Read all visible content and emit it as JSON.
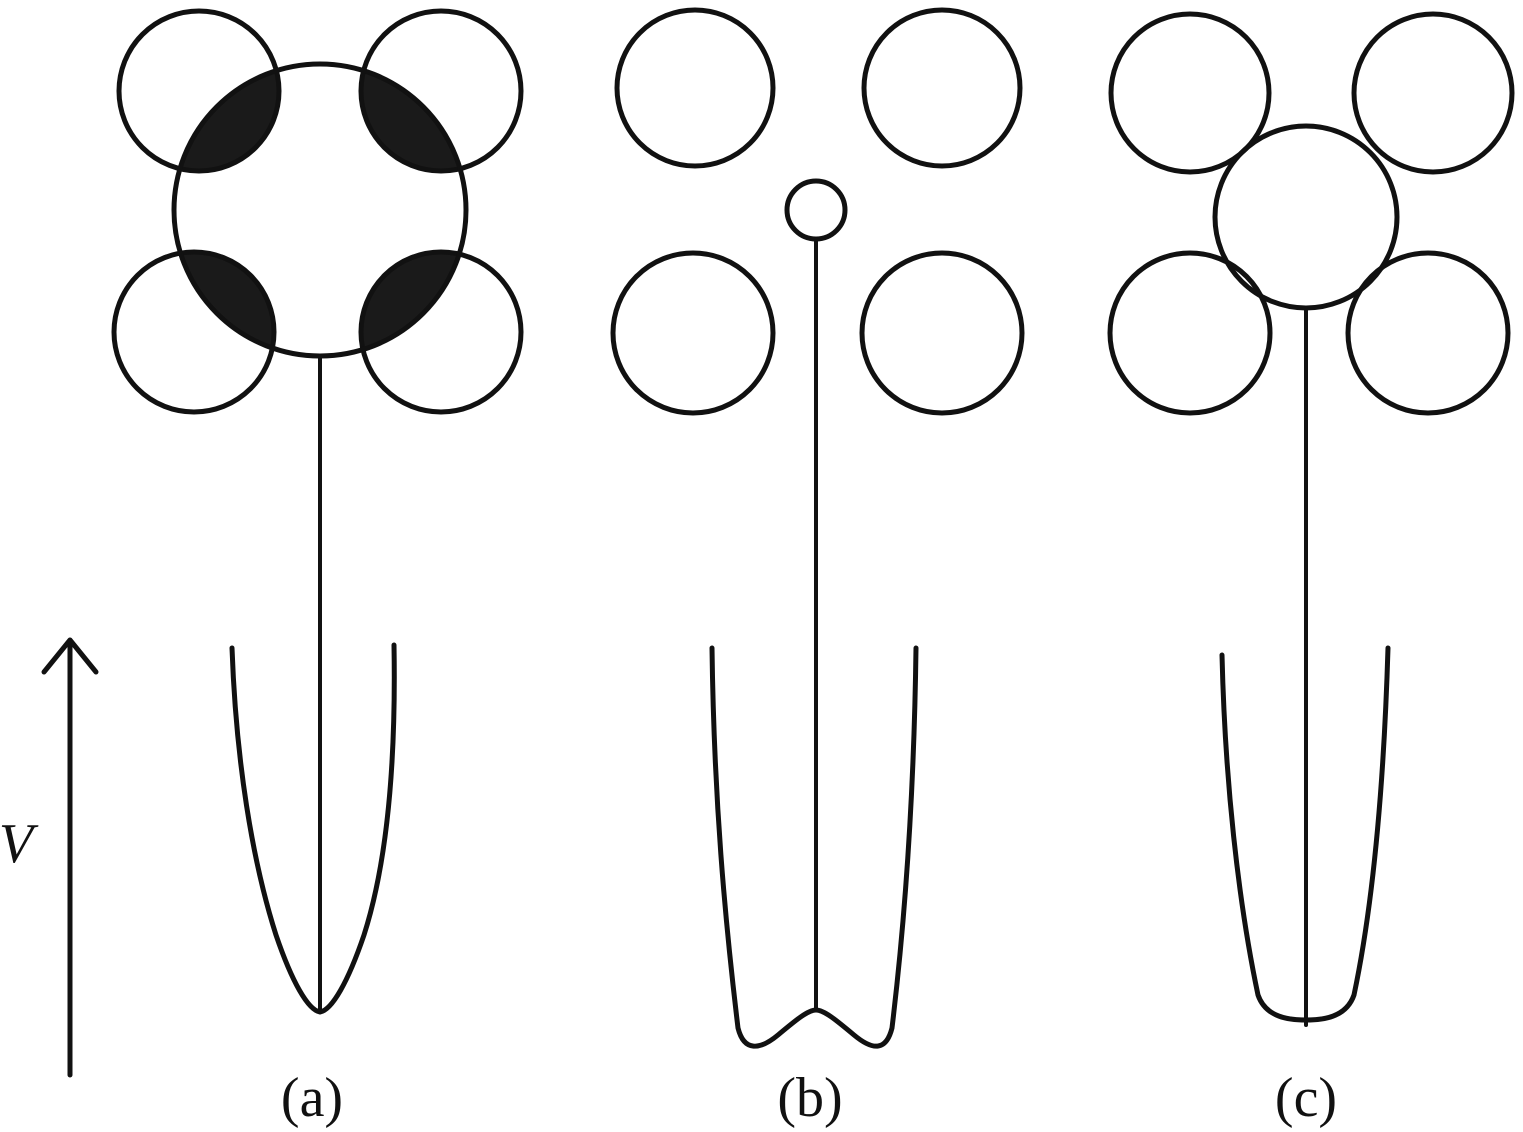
{
  "axis": {
    "label": "V"
  },
  "panels": [
    {
      "label": "(a)"
    },
    {
      "label": "(b)"
    },
    {
      "label": "(c)"
    }
  ],
  "colors": {
    "ink": "#111111",
    "overlap_fill": "#1a1a1a",
    "background": "#ffffff"
  }
}
